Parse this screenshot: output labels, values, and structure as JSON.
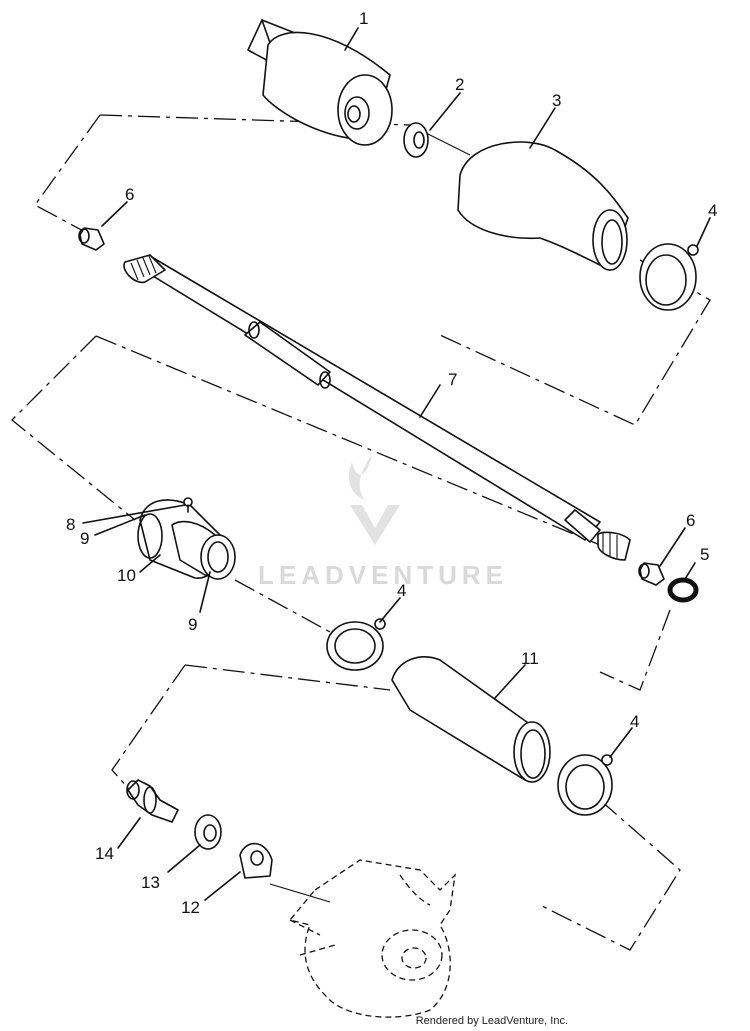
{
  "callouts": {
    "c1": "1",
    "c2": "2",
    "c3": "3",
    "c4a": "4",
    "c4b": "4",
    "c4c": "4",
    "c5": "5",
    "c6a": "6",
    "c6b": "6",
    "c7": "7",
    "c8": "8",
    "c9a": "9",
    "c9b": "9",
    "c10": "10",
    "c11": "11",
    "c12": "12",
    "c13": "13",
    "c14": "14"
  },
  "watermark": {
    "text": "LEADVENTURE"
  },
  "footer": {
    "text": "Rendered by LeadVenture, Inc."
  }
}
